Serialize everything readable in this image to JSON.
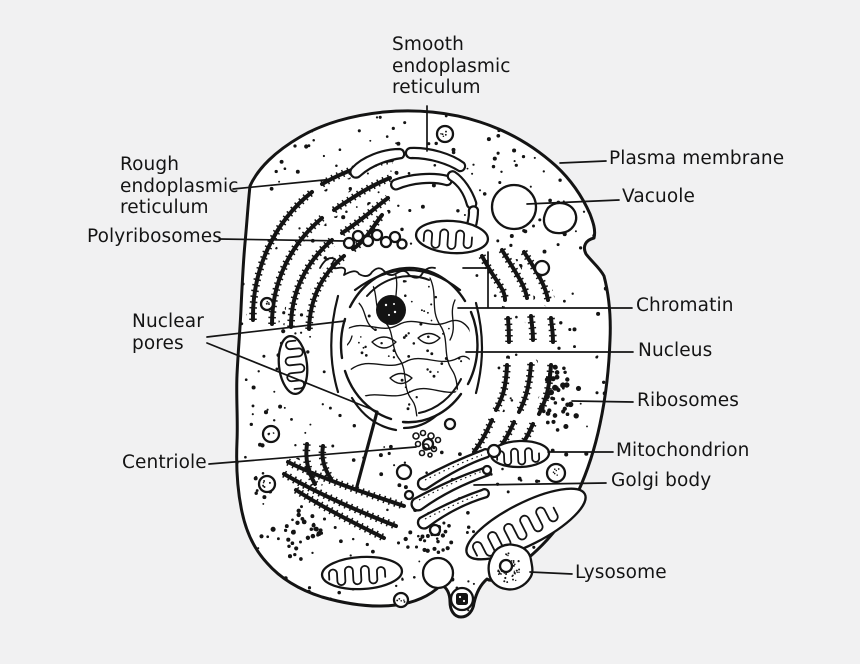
{
  "labels": {
    "smooth_er": "Smooth\nendoplasmic\nreticulum",
    "rough_er": "Rough\nendoplasmic\nreticulum",
    "polyribosomes": "Polyribosomes",
    "nuclear_pores": "Nuclear\npores",
    "centriole": "Centriole",
    "plasma_membrane": "Plasma membrane",
    "vacuole": "Vacuole",
    "chromatin": "Chromatin",
    "nucleus": "Nucleus",
    "ribosomes": "Ribosomes",
    "mitochondrion": "Mitochondrion",
    "golgi_body": "Golgi body",
    "lysosome": "Lysosome"
  },
  "colors": {
    "background": "#f1f1f2",
    "ink": "#141414",
    "cell_fill": "#ffffff"
  }
}
